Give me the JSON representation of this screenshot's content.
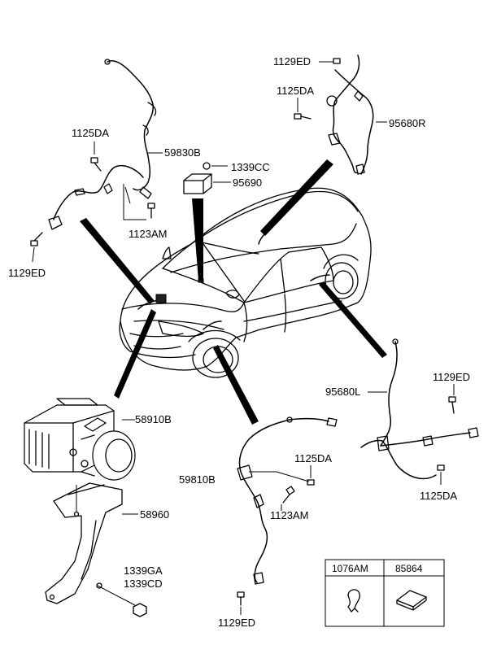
{
  "callouts": {
    "top_front_left": {
      "c1129ED": "1129ED",
      "c1125DA": "1125DA",
      "c59830B": "59830B",
      "c1123AM": "1123AM"
    },
    "top_center": {
      "c1339CC": "1339CC",
      "c95690": "95690"
    },
    "top_rear_right": {
      "c1129ED": "1129ED",
      "c1125DA": "1125DA",
      "c95680R": "95680R"
    },
    "hecu": {
      "c58910B": "58910B",
      "c58960": "58960",
      "c1339GA": "1339GA",
      "c1339CD": "1339CD"
    },
    "front_right_sensor": {
      "c59810B": "59810B",
      "c1125DA": "1125DA",
      "c1123AM": "1123AM",
      "c1129ED": "1129ED"
    },
    "rear_left_sensor": {
      "c95680L": "95680L",
      "c1129ED": "1129ED",
      "c1125DA": "1125DA"
    }
  },
  "legend": {
    "headers": [
      "1076AM",
      "85864"
    ],
    "icons": [
      "clip-icon",
      "pad-icon"
    ]
  }
}
